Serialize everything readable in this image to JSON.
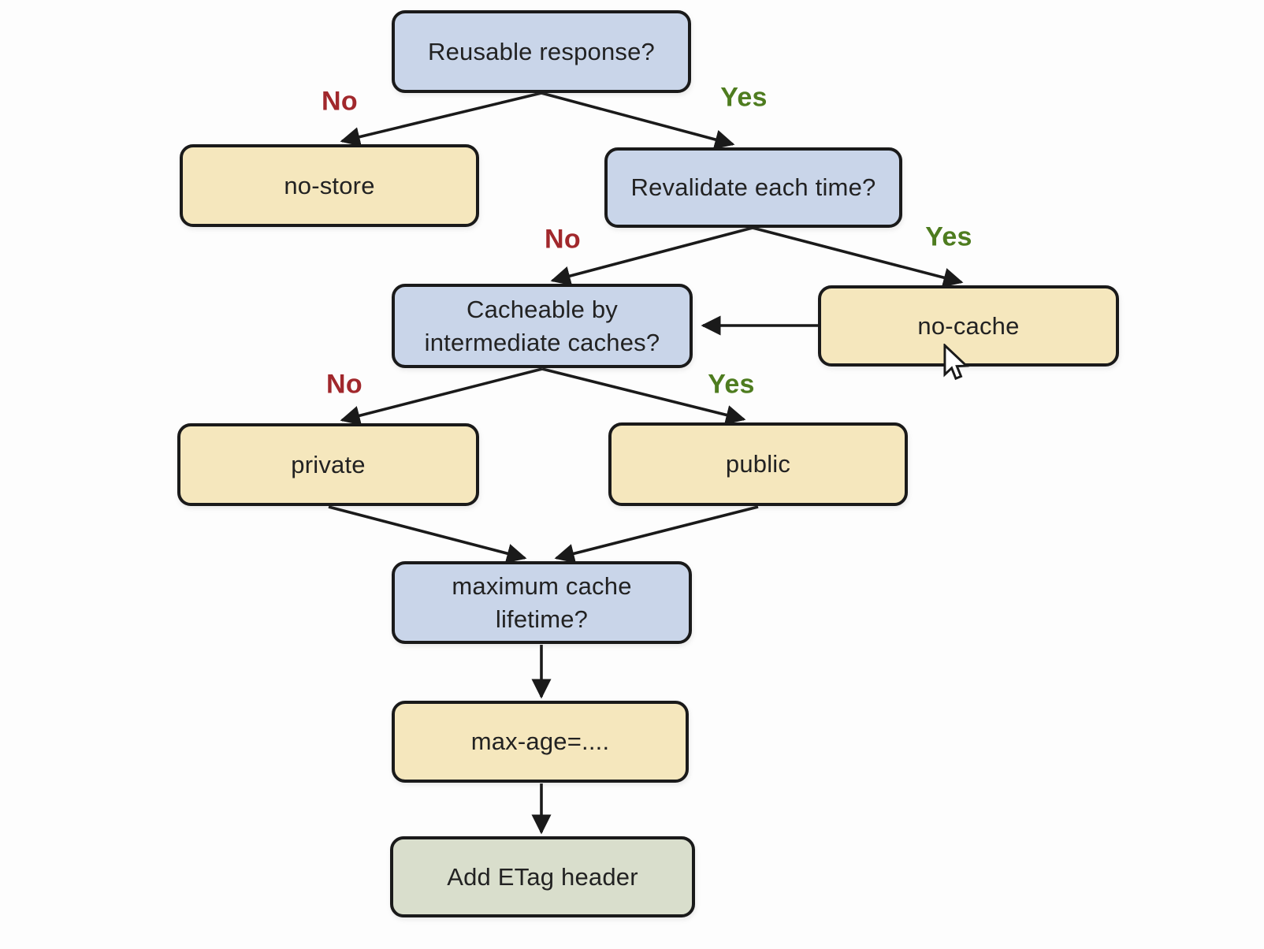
{
  "diagram": {
    "nodes": {
      "reusable_response": {
        "label": "Reusable response?",
        "kind": "decision"
      },
      "no_store": {
        "label": "no-store",
        "kind": "result"
      },
      "revalidate_each_time": {
        "label": "Revalidate each time?",
        "kind": "decision"
      },
      "cacheable_by_intermediate_caches": {
        "label": "Cacheable by\nintermediate caches?",
        "kind": "decision"
      },
      "no_cache": {
        "label": "no-cache",
        "kind": "result"
      },
      "private": {
        "label": "private",
        "kind": "result"
      },
      "public": {
        "label": "public",
        "kind": "result"
      },
      "maximum_cache_lifetime": {
        "label": "maximum cache\nlifetime?",
        "kind": "decision"
      },
      "max_age": {
        "label": "max-age=....",
        "kind": "result"
      },
      "add_etag_header": {
        "label": "Add ETag header",
        "kind": "final"
      }
    },
    "edge_labels": {
      "reusable_no": "No",
      "reusable_yes": "Yes",
      "revalidate_no": "No",
      "revalidate_yes": "Yes",
      "cacheable_no": "No",
      "cacheable_yes": "Yes"
    },
    "icons": {
      "mouse_cursor": "arrow-pointer-icon"
    },
    "colors": {
      "decision-fill": "#c9d5e9",
      "result-fill": "#f5e7bd",
      "final-fill": "#d9decc",
      "node-border": "#1a1a1a",
      "node-text": "#222222",
      "no-label": "#a1282c",
      "yes-label": "#4e7c1f",
      "edge-stroke": "#1a1a1a",
      "background": "#fdfdfd"
    }
  }
}
